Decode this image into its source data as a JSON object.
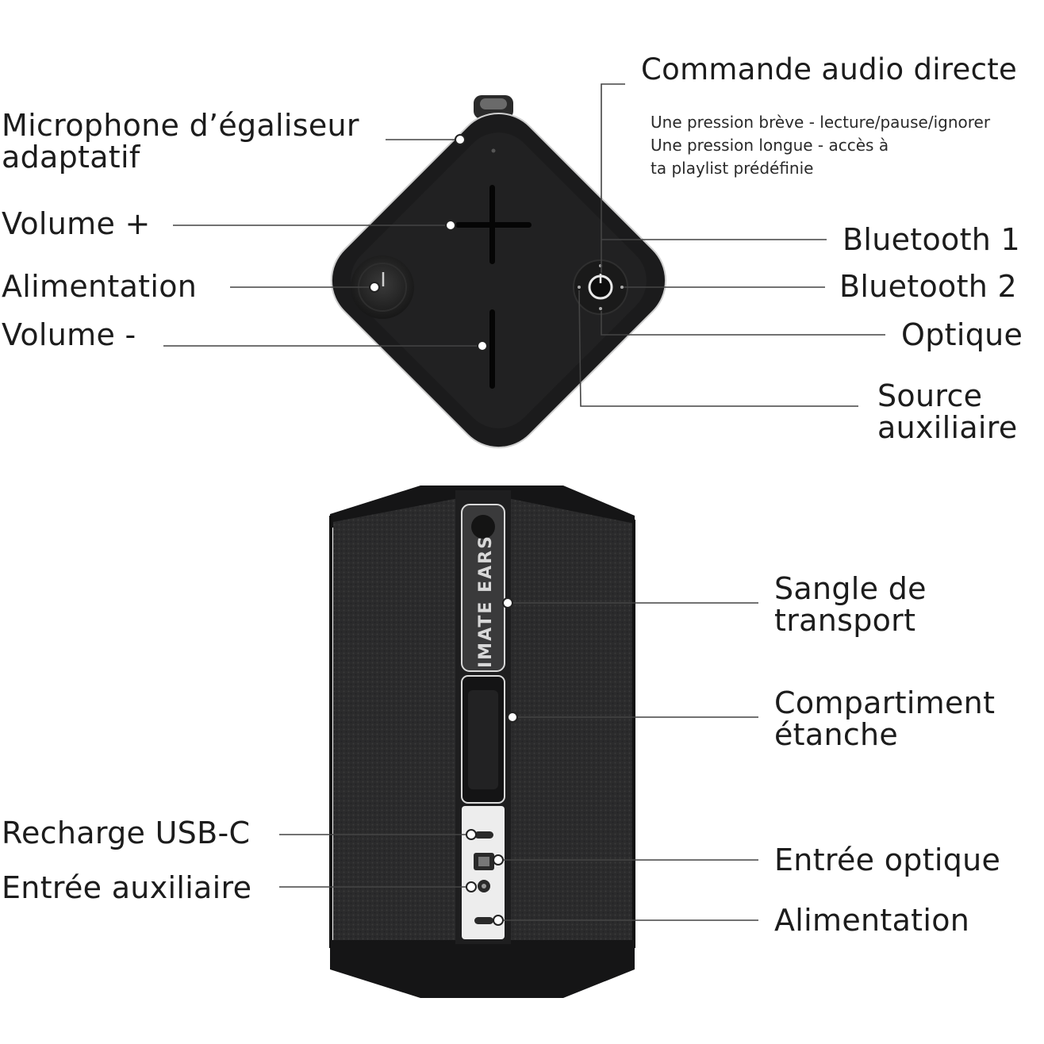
{
  "top_view": {
    "labels": {
      "eq_mic": "Microphone d’égaliseur\nadaptatif",
      "volume_up": "Volume +",
      "power": "Alimentation",
      "volume_down": "Volume -",
      "direct_audio": "Commande audio directe",
      "direct_audio_note": "Une pression brève - lecture/pause/ignorer\nUne pression longue - accès à\nta playlist prédéfinie",
      "bluetooth_1": "Bluetooth 1",
      "bluetooth_2": "Bluetooth 2",
      "optical": "Optique",
      "aux_source": "Source\nauxiliaire"
    }
  },
  "side_view": {
    "strap_text": "IMATE EARS",
    "labels": {
      "usb_c": "Recharge USB-C",
      "aux_in": "Entrée auxiliaire",
      "strap": "Sangle de\ntransport",
      "compartment": "Compartiment\nétanche",
      "optical_in": "Entrée optique",
      "power": "Alimentation"
    }
  },
  "colors": {
    "speaker_body": "#1b1b1c",
    "fabric": "#2c2c2d",
    "strap": "#3a3a3b",
    "port_panel": "#ededed",
    "leader_line": "#444444",
    "text": "#1c1c1c"
  }
}
